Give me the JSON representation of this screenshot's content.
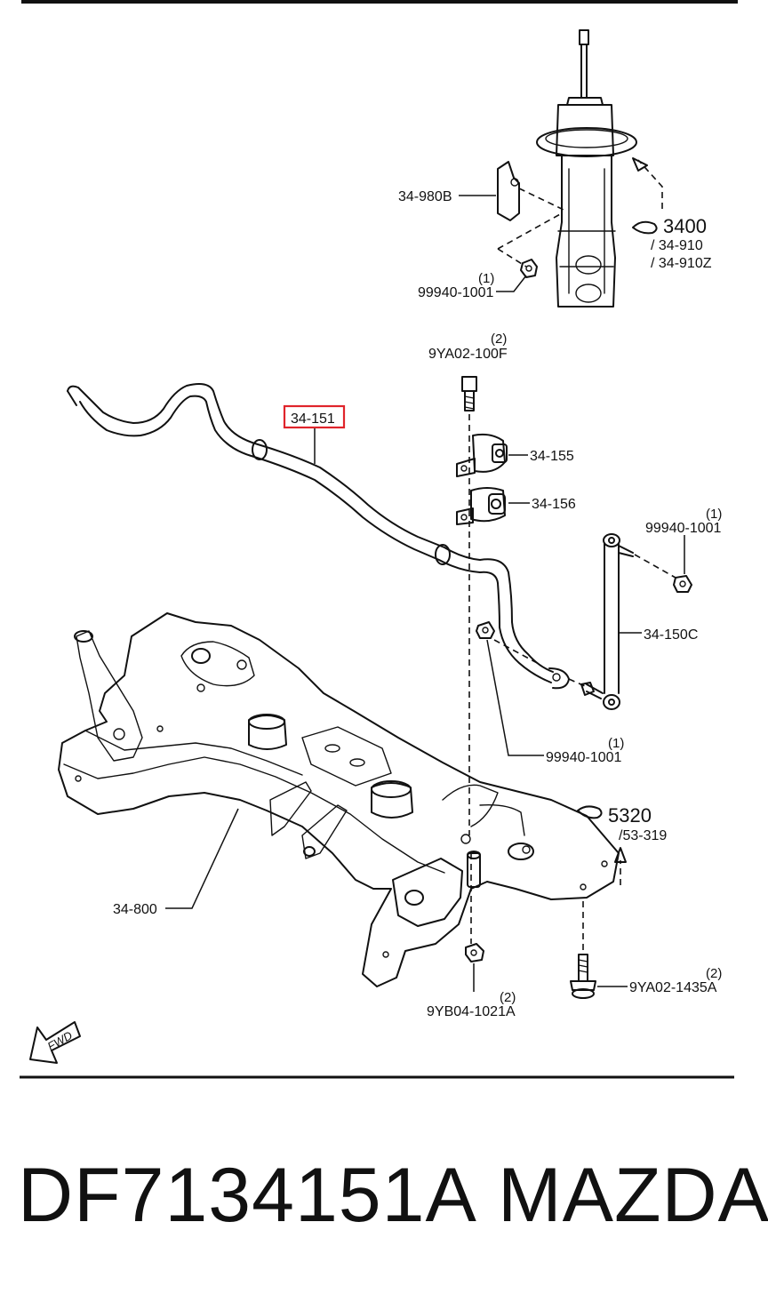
{
  "labels": {
    "strut_bracket": "34-980B",
    "strut_nut_qty": "(1)",
    "strut_nut": "99940-1001",
    "strut_group": "3400",
    "strut_alt1": "/ 34-910",
    "strut_alt2": "/ 34-910Z",
    "bolt_top_qty": "(2)",
    "bolt_top": "9YA02-100F",
    "stabilizer_bar": "34-151",
    "bushing_bracket": "34-155",
    "bushing": "34-156",
    "link_nut_qty": "(1)",
    "link_nut": "99940-1001",
    "link": "34-150C",
    "bar_nut_qty": "(1)",
    "bar_nut": "99940-1001",
    "crossmember": "34-800",
    "steering_group": "5320",
    "steering_alt": "/53-319",
    "lower_nut_qty": "(2)",
    "lower_nut": "9YB04-1021A",
    "lower_bolt_qty": "(2)",
    "lower_bolt": "9YA02-1435A",
    "fwd": "FWD"
  },
  "highlight_color": "#e0242b",
  "footer": {
    "part_number": "DF7134151A",
    "brand": "MAZDA"
  }
}
